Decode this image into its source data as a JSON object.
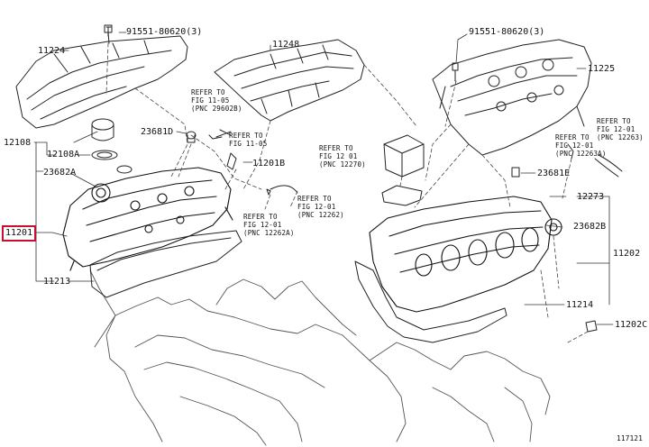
{
  "accent_color": "#c8102e",
  "parts": {
    "p91551_left": "91551-80620(3)",
    "p91551_right": "91551-80620(3)",
    "p11224": "11224",
    "p11248": "11248",
    "p11225": "11225",
    "p12108": "12108",
    "p12108A": "12108A",
    "p23681D": "23681D",
    "p23682A": "23682A",
    "p11201": "11201",
    "p11201B": "11201B",
    "p11213": "11213",
    "p23681E": "23681E",
    "p12273": "12273",
    "p23682B": "23682B",
    "p11202": "11202",
    "p11214": "11214",
    "p11202C": "11202C",
    "fig_code": "117121"
  },
  "refs": {
    "r1": [
      "REFER TO",
      "FIG 11-05",
      "(PNC 29602B)"
    ],
    "r2": [
      "REFER TO",
      "FIG 11-05"
    ],
    "r3": [
      "REFER TO",
      "FIG 12-01",
      "(PNC 12262)"
    ],
    "r4": [
      "REFER TO",
      "FIG 12-01",
      "(PNC 12262A)"
    ],
    "r5": [
      "REFER TO",
      "FIG 12 01",
      "(PNC 12270)"
    ],
    "r6": [
      "REFER TO",
      "FIG 12-01",
      "(PNC 12263A)"
    ],
    "r7": [
      "REFER TO",
      "FIG 12-01",
      "(PNC 12263)"
    ]
  }
}
